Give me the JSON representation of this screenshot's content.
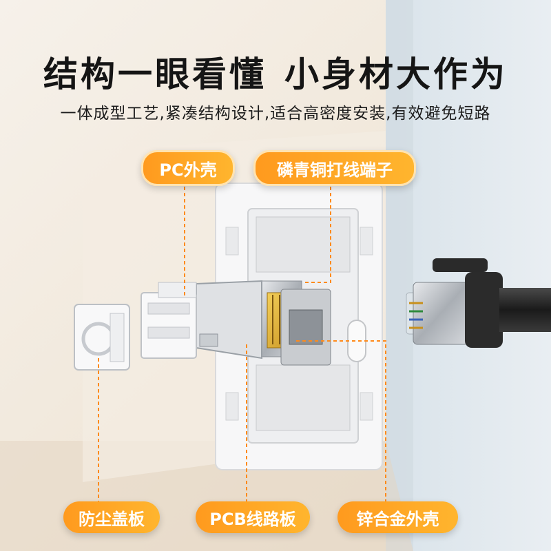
{
  "headline": {
    "left": "结构一眼看懂",
    "right": "小身材大作为"
  },
  "subline": "一体成型工艺,紧凑结构设计,适合高密度安装,有效避免短路",
  "callouts": {
    "pc_shell": "PC外壳",
    "phosphor_bronze": "磷青铜打线端子",
    "dust_cover": "防尘盖板",
    "pcb_board": "PCB线路板",
    "zinc_shell": "锌合金外壳"
  },
  "colors": {
    "accent_orange": "#ff9a1e",
    "leader_line": "#ff8a1a",
    "wall_beige": "#efe6d8",
    "panel_white": "#f7f7f8"
  }
}
